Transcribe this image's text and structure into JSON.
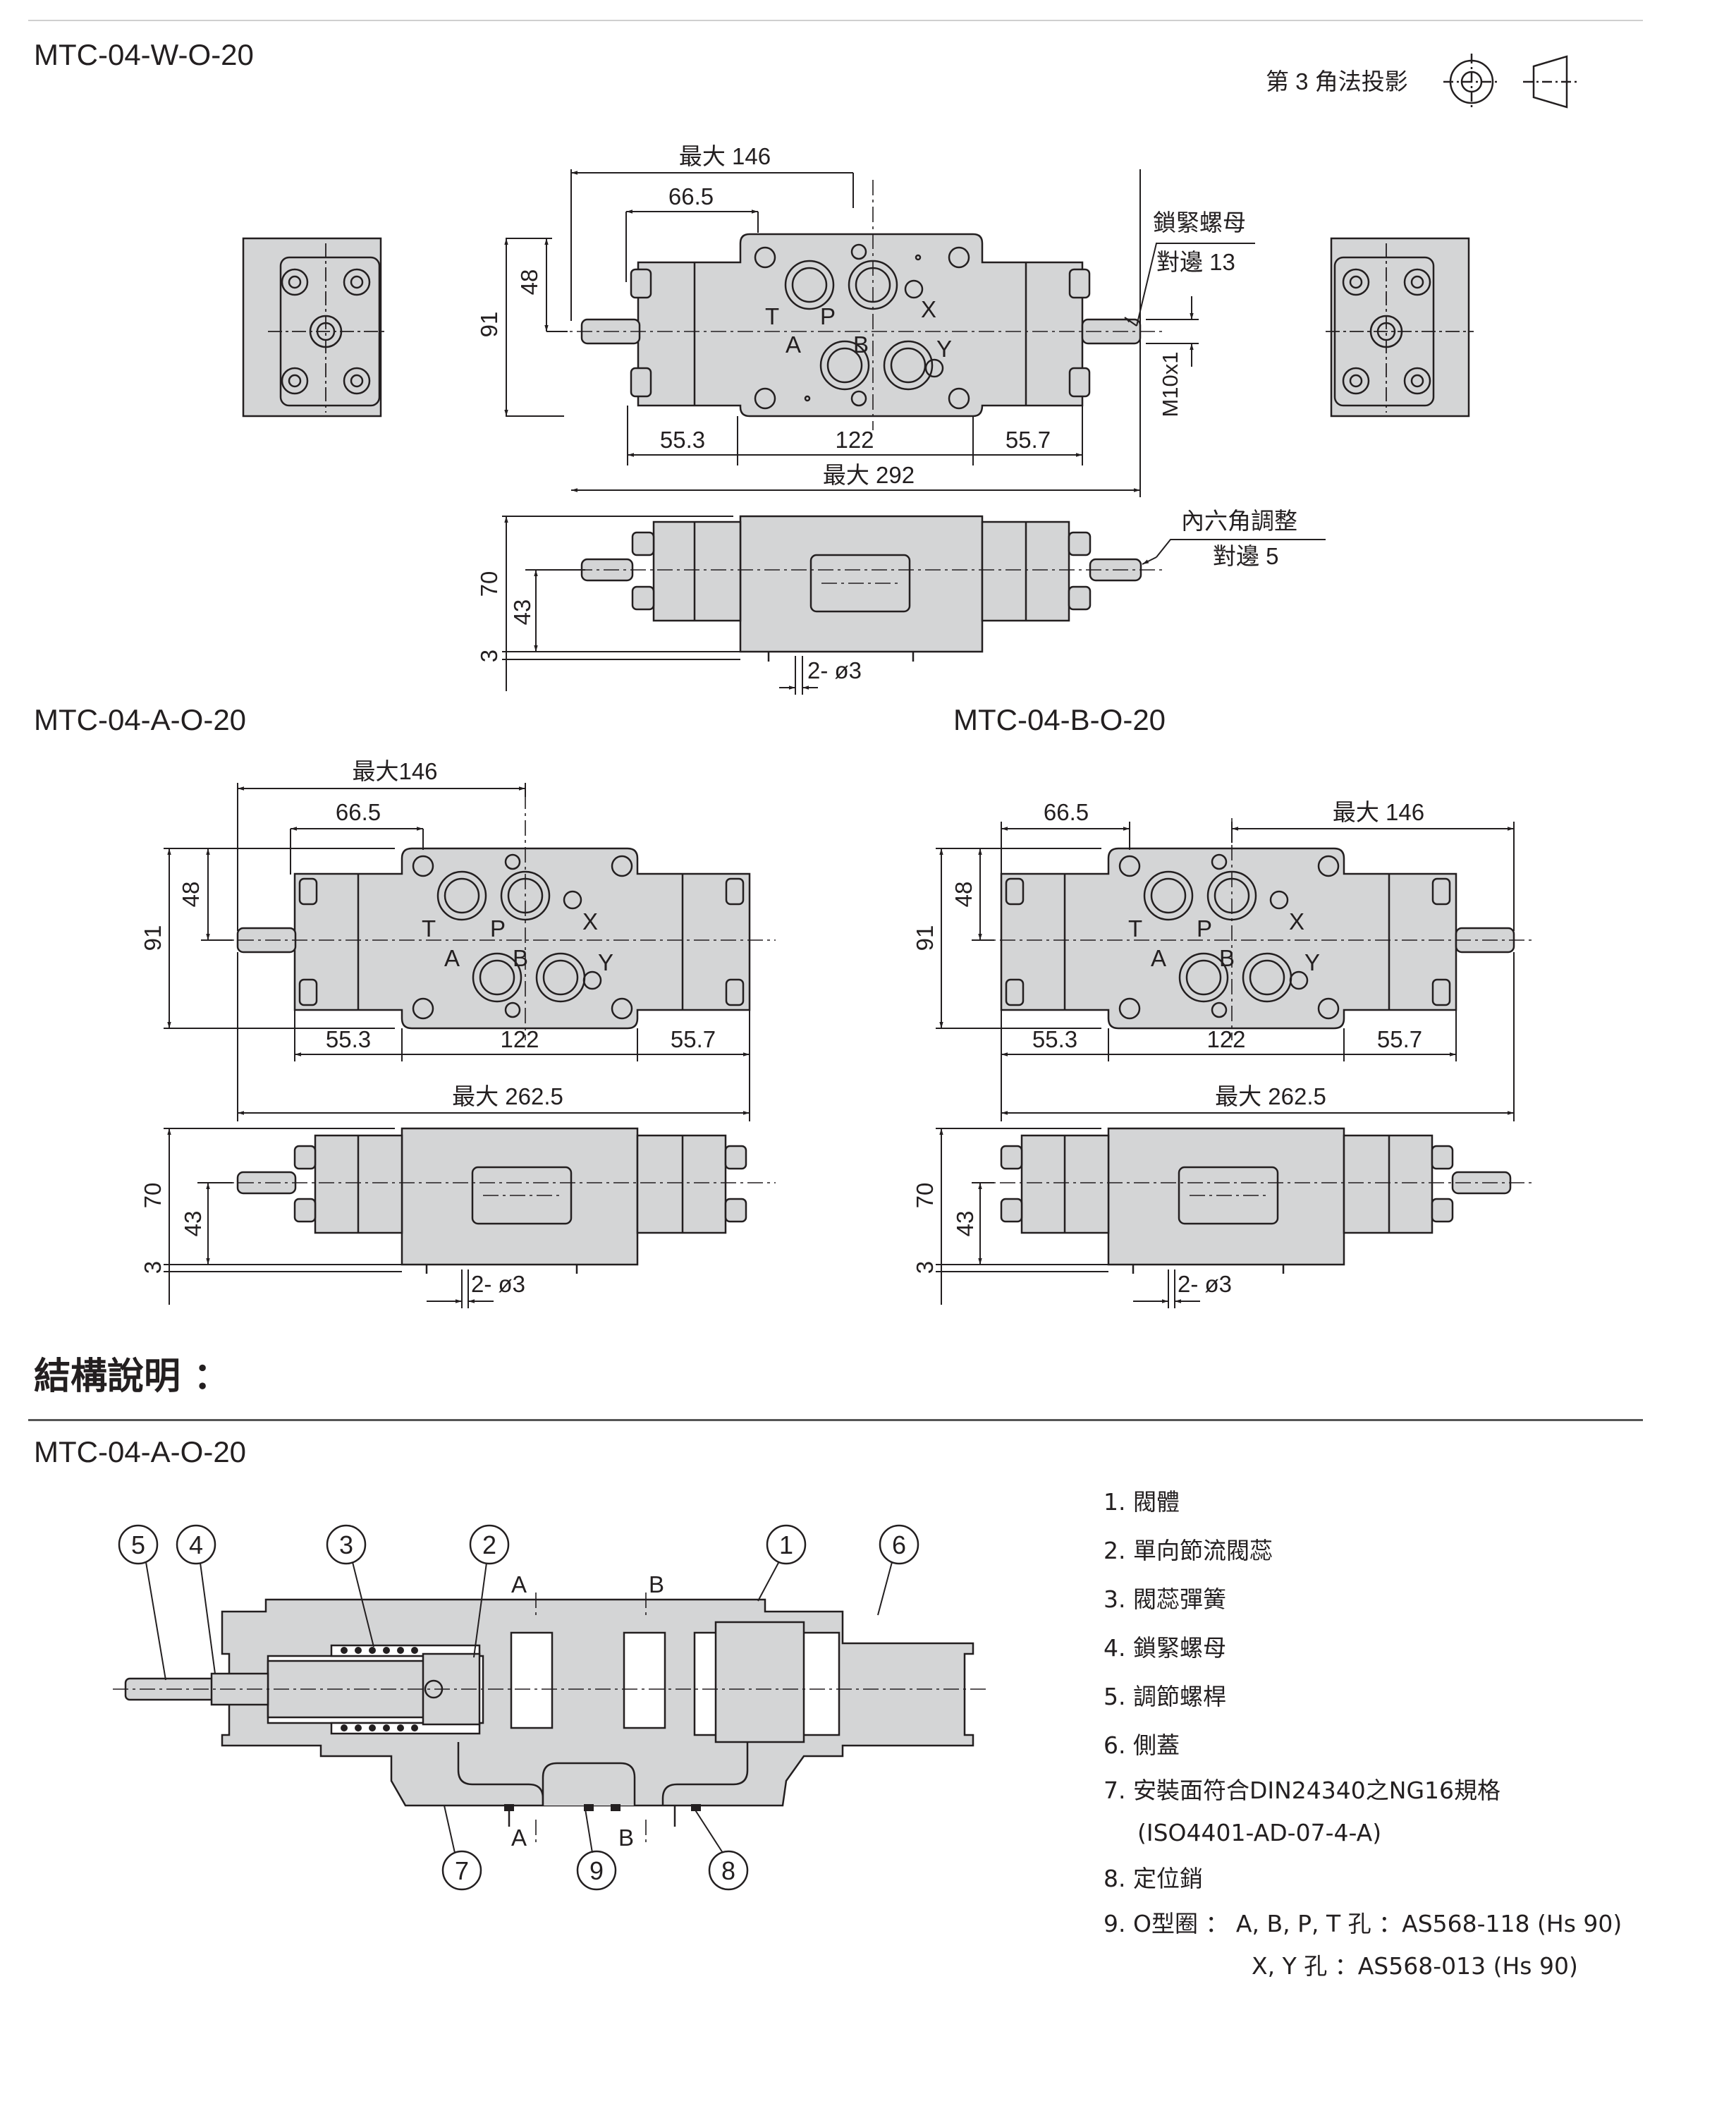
{
  "titles": {
    "w": "MTC-04-W-O-20",
    "a": "MTC-04-A-O-20",
    "b": "MTC-04-B-O-20",
    "struct_model": "MTC-04-A-O-20"
  },
  "section_heading": "結構說明 ：",
  "projection": "第 3 角法投影",
  "dims": {
    "max146": "最大 146",
    "max146_a": "最大146",
    "d665": "66.5",
    "d48": "48",
    "d91": "91",
    "d553": "55.3",
    "d122": "122",
    "d557": "55.7",
    "max292": "最大 292",
    "max2625": "最大 262.5",
    "d70": "70",
    "d43": "43",
    "d3": "3",
    "pin": "2- ø3",
    "thread": "M10x1"
  },
  "callouts": {
    "locknut": "鎖緊螺母",
    "locknut_size": "對邊 13",
    "hex": "內六角調整",
    "hex_size": "對邊  5"
  },
  "ports": [
    "T",
    "P",
    "X",
    "A",
    "B",
    "Y"
  ],
  "section_ports": {
    "a": "A",
    "b": "B"
  },
  "balloons": [
    "1",
    "2",
    "3",
    "4",
    "5",
    "6",
    "7",
    "8",
    "9"
  ],
  "parts": [
    "1. 閥體",
    "2. 單向節流閥蕊",
    "3. 閥蕊彈簧",
    "4. 鎖緊螺母",
    "5. 調節螺桿",
    "6. 側蓋",
    "7. 安裝面符合DIN24340之NG16規格",
    "(ISO4401-AD-07-4-A)",
    "8. 定位銷",
    "9. O型圈 ：  A, B, P, T  孔 ：AS568-118 (Hs 90)",
    "X, Y  孔 ：AS568-013 (Hs 90)"
  ]
}
